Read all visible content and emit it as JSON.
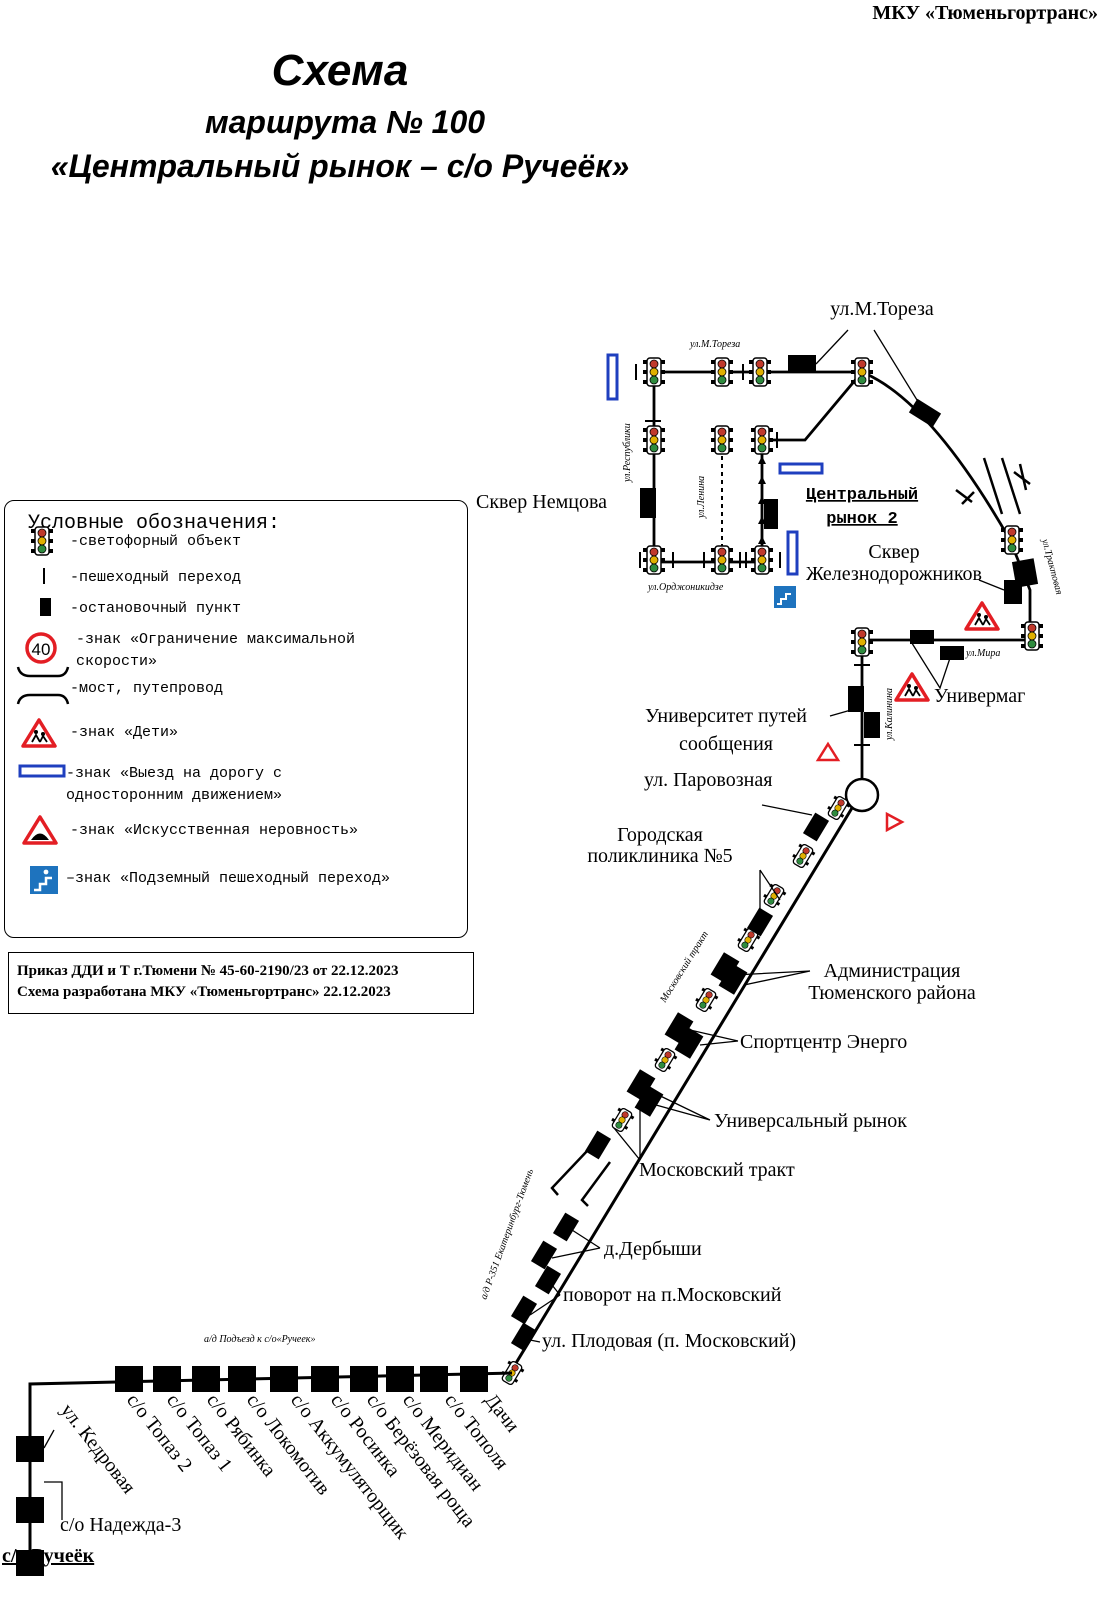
{
  "organization": "МКУ «Тюменьгортранс»",
  "title": {
    "line1": "Схема",
    "line2": "маршрута № 100",
    "line3": "«Центральный рынок – с/о Ручеёк»"
  },
  "legend": {
    "title": "Условные обозначения:",
    "items": [
      {
        "icon": "traffic-light-icon",
        "text": "-светофорный объект"
      },
      {
        "icon": "crosswalk-icon",
        "text": "-пешеходный переход"
      },
      {
        "icon": "bus-stop-icon",
        "text": "-остановочный пункт"
      },
      {
        "icon": "speed-limit-sign-icon",
        "text": "-знак «Ограничение максимальной скорости»",
        "sign_value": "40"
      },
      {
        "icon": "bridge-icon",
        "text": "-мост, путепровод"
      },
      {
        "icon": "children-sign-icon",
        "text": "-знак «Дети»"
      },
      {
        "icon": "one-way-exit-sign-icon",
        "text": "-знак «Выезд на дорогу с односторонним движением»"
      },
      {
        "icon": "speed-bump-sign-icon",
        "text": "-знак «Искусственная неровность»"
      },
      {
        "icon": "underpass-sign-icon",
        "text": "–знак «Подземный пешеходный переход»"
      }
    ]
  },
  "order": {
    "line1": "Приказ ДДИ и Т г.Тюмени № 45-60-2190/23 от 22.12.2023",
    "line2": "Схема разработана МКУ «Тюменьгортранс» 22.12.2023"
  },
  "streets": {
    "toreza_small": "ул.М.Тореза",
    "respubliki": "ул.Республики",
    "lenina": "ул.Ленина",
    "ordzhonikidze": "ул.Орджоникидзе",
    "traktovaya": "ул.Трактовая",
    "mira": "ул.Мира",
    "kalinina": "ул.Калинина",
    "moskovsky_trakt": "Московский тракт",
    "highway_r351": "а/д Р-351 Екатеринбург-Тюмень",
    "podezd_rucheek": "а/д Подъезд к с/о«Ручеек»"
  },
  "stops": {
    "toreza": "ул.М.Тореза",
    "skver_nemtsova": "Сквер Немцова",
    "central_market_2_line1": "Центральный",
    "central_market_2_line2": "рынок 2",
    "skver_zhd_line1": "Сквер",
    "skver_zhd_line2": "Железнодорожников",
    "univermag": "Универмаг",
    "university_line1": "Университет путей",
    "university_line2": "сообщения",
    "parovoznaya": "ул. Паровозная",
    "poliklinika_line1": "Городская",
    "poliklinika_line2": "поликлиника №5",
    "administratsiya_line1": "Администрация",
    "administratsiya_line2": "Тюменского района",
    "sportcenter": "Спортцентр Энерго",
    "universal_market": "Универсальный рынок",
    "moskovsky_trakt": "Московский тракт",
    "derbyshi": "д.Дербыши",
    "povorot_moskovsky": "поворот на п.Московский",
    "plodovaya": "ул. Плодовая (п. Московский)",
    "dachi": "Дачи",
    "so_topolya": "с/о Тополя",
    "so_meridian": "с/о Меридиан",
    "so_berezovaya": "с/о Берёзовая роща",
    "so_rosinka": "с/о Росинка",
    "so_akkumulyatorshchik": "с/о Аккумуляторщик",
    "so_lokomotiv": "с/о Локомотив",
    "so_ryabinka": "с/о Рябинка",
    "so_topaz1": "с/о Топаз 1",
    "so_topaz2": "с/о Топаз 2",
    "kedrovaya": "ул. Кедровая",
    "nadezhda3": "с/о Надежда-3",
    "rucheek": "с/о Ручеёк"
  },
  "colors": {
    "route": "#000000",
    "sign_red": "#e31e24",
    "sign_blue": "#1f3fbf",
    "underpass_blue": "#1e73be"
  }
}
